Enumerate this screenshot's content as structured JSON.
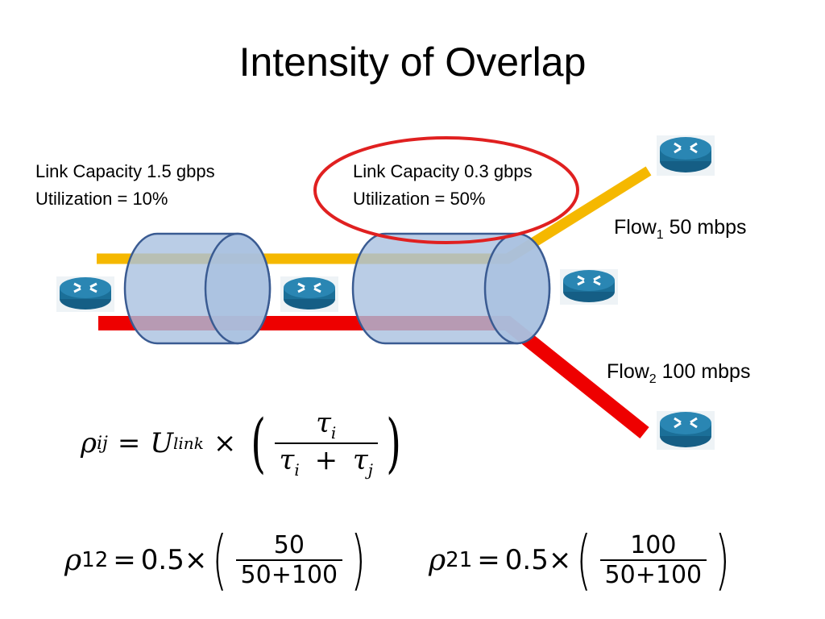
{
  "title": "Intensity of Overlap",
  "link1": {
    "capacity": "Link Capacity 1.5 gbps",
    "utilization": "Utilization = 10%"
  },
  "link2": {
    "capacity": "Link Capacity 0.3 gbps",
    "utilization": "Utilization = 50%"
  },
  "flow1": {
    "name": "Flow",
    "subscript": "1",
    "rate": "50 mbps",
    "color": "#f5b800"
  },
  "flow2": {
    "name": "Flow",
    "subscript": "2",
    "rate": "100 mbps",
    "color": "#ee0000"
  },
  "colors": {
    "pipe": "#a9c1e0",
    "pipe_stroke": "#3a5b92",
    "router": "#1b6f98",
    "highlight_ellipse": "#e02020"
  },
  "formula": {
    "lhs": "ρ",
    "lhs_sup": "ij",
    "eq": "=",
    "u": "U",
    "u_sub": "link",
    "times": "×",
    "num": "τ",
    "num_sub": "i",
    "den_a": "τ",
    "den_a_sub": "i",
    "den_plus": "+",
    "den_b": "τ",
    "den_b_sub": "j"
  },
  "example1": {
    "lhs": "ρ",
    "sup": "12",
    "eq": "=",
    "coef": "0.5×",
    "num": "50",
    "den": "50+100"
  },
  "example2": {
    "lhs": "ρ",
    "sup": "21",
    "eq": "=",
    "coef": "0.5×",
    "num": "100",
    "den": "50+100"
  }
}
